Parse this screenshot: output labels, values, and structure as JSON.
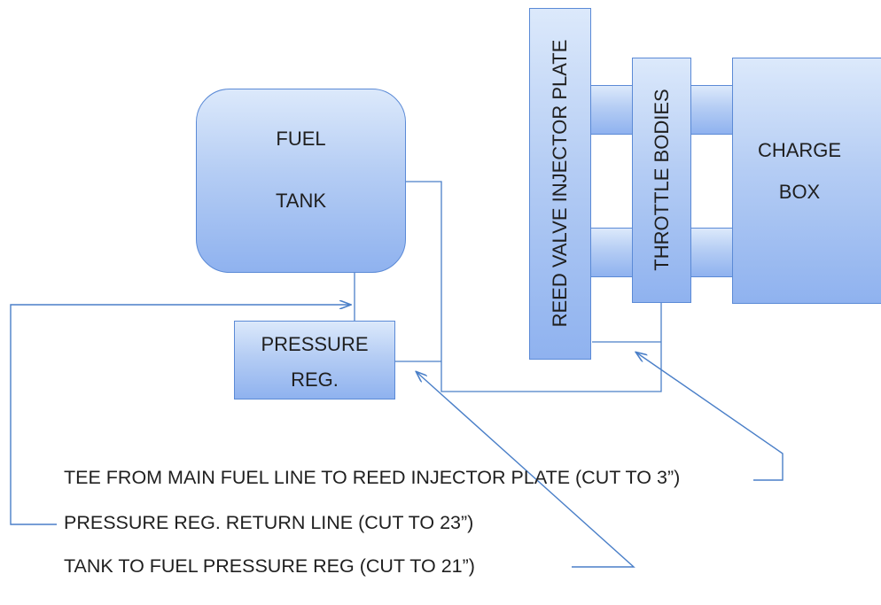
{
  "components": {
    "fuel_tank": {
      "line1": "FUEL",
      "line2": "TANK"
    },
    "pressure_reg": {
      "line1": "PRESSURE",
      "line2": "REG."
    },
    "reed_plate": {
      "label": "REED VALVE INJECTOR PLATE"
    },
    "throttle_bodies": {
      "label": "THROTTLE BODIES"
    },
    "charge_box": {
      "line1": "CHARGE",
      "line2": "BOX"
    }
  },
  "callouts": {
    "tee_line": "TEE FROM MAIN FUEL LINE TO REED INJECTOR PLATE (CUT TO 3”)",
    "return_line": "PRESSURE REG. RETURN LINE (CUT TO 23”)",
    "tank_line": "TANK TO FUEL PRESSURE REG (CUT TO 21”)"
  },
  "colors": {
    "line": "#4a7fc8",
    "box_border": "#5b8ad6",
    "box_fill": "#b5cdf4"
  }
}
